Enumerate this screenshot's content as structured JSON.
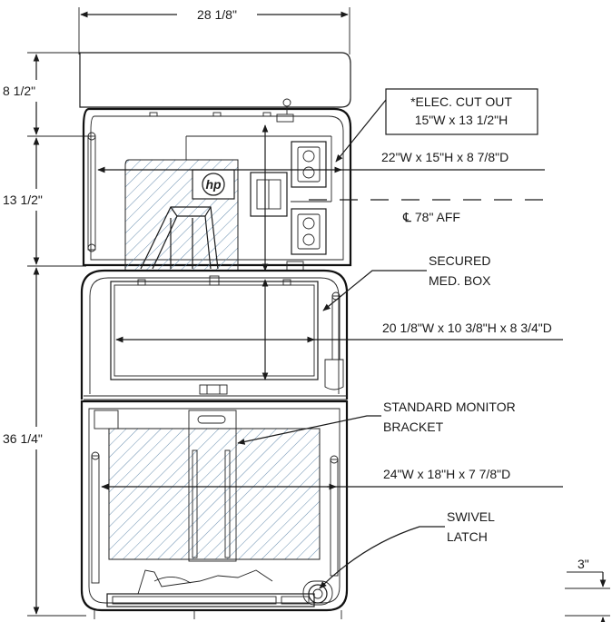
{
  "dimensions": {
    "overall_width": "28 1/8\"",
    "top_cap_height": "8 1/2\"",
    "upper_cabinet_height": "13 1/2\"",
    "lower_height": "36 1/4\"",
    "bottom_offset": "3\""
  },
  "callouts": {
    "elec_cutout_line1": "*ELEC. CUT OUT",
    "elec_cutout_line2": "15\"W x 13 1/2\"H",
    "upper_interior": "22\"W x 15\"H x 8 7/8\"D",
    "centerline": "℄ 78\" AFF",
    "secured_line1": "SECURED",
    "secured_line2": "MED. BOX",
    "medbox_interior": "20 1/8\"W x 10 3/8\"H x 8 3/4\"D",
    "monitor_line1": "STANDARD MONITOR",
    "monitor_line2": "BRACKET",
    "lower_interior": "24\"W x 18\"H x 7 7/8\"D",
    "swivel_line1": "SWIVEL",
    "swivel_line2": "LATCH"
  },
  "logo": {
    "text": "hp"
  }
}
